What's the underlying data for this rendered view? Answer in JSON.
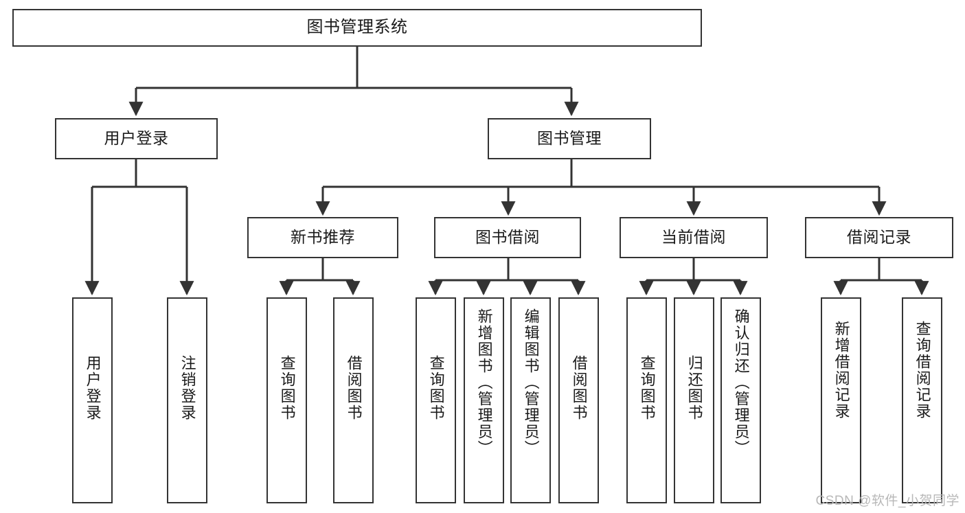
{
  "diagram": {
    "title": "图书管理系统",
    "type": "tree-hierarchy",
    "watermark": "CSDN @软件_小贺同学",
    "colors": {
      "stroke": "#333333",
      "fill": "#ffffff",
      "text": "#1a1a1a",
      "watermark": "#b8b8b8"
    },
    "root": {
      "label": "图书管理系统"
    },
    "branches": [
      {
        "label": "用户登录"
      },
      {
        "label": "图书管理"
      }
    ],
    "groups": [
      {
        "label": "新书推荐"
      },
      {
        "label": "图书借阅"
      },
      {
        "label": "当前借阅"
      },
      {
        "label": "借阅记录"
      }
    ],
    "leaves": {
      "user_login": [
        {
          "label": "用户登录"
        },
        {
          "label": "注销登录"
        }
      ],
      "new_book": [
        {
          "label": "查询图书"
        },
        {
          "label": "借阅图书"
        }
      ],
      "book_borrow": [
        {
          "label": "查询图书"
        },
        {
          "label": "新增图书（管理员）"
        },
        {
          "label": "编辑图书（管理员）"
        },
        {
          "label": "借阅图书"
        }
      ],
      "current_borrow": [
        {
          "label": "查询图书"
        },
        {
          "label": "归还图书"
        },
        {
          "label": "确认归还（管理员）"
        }
      ],
      "borrow_record": [
        {
          "label": "新增借阅记录"
        },
        {
          "label": "查询借阅记录"
        }
      ]
    }
  }
}
